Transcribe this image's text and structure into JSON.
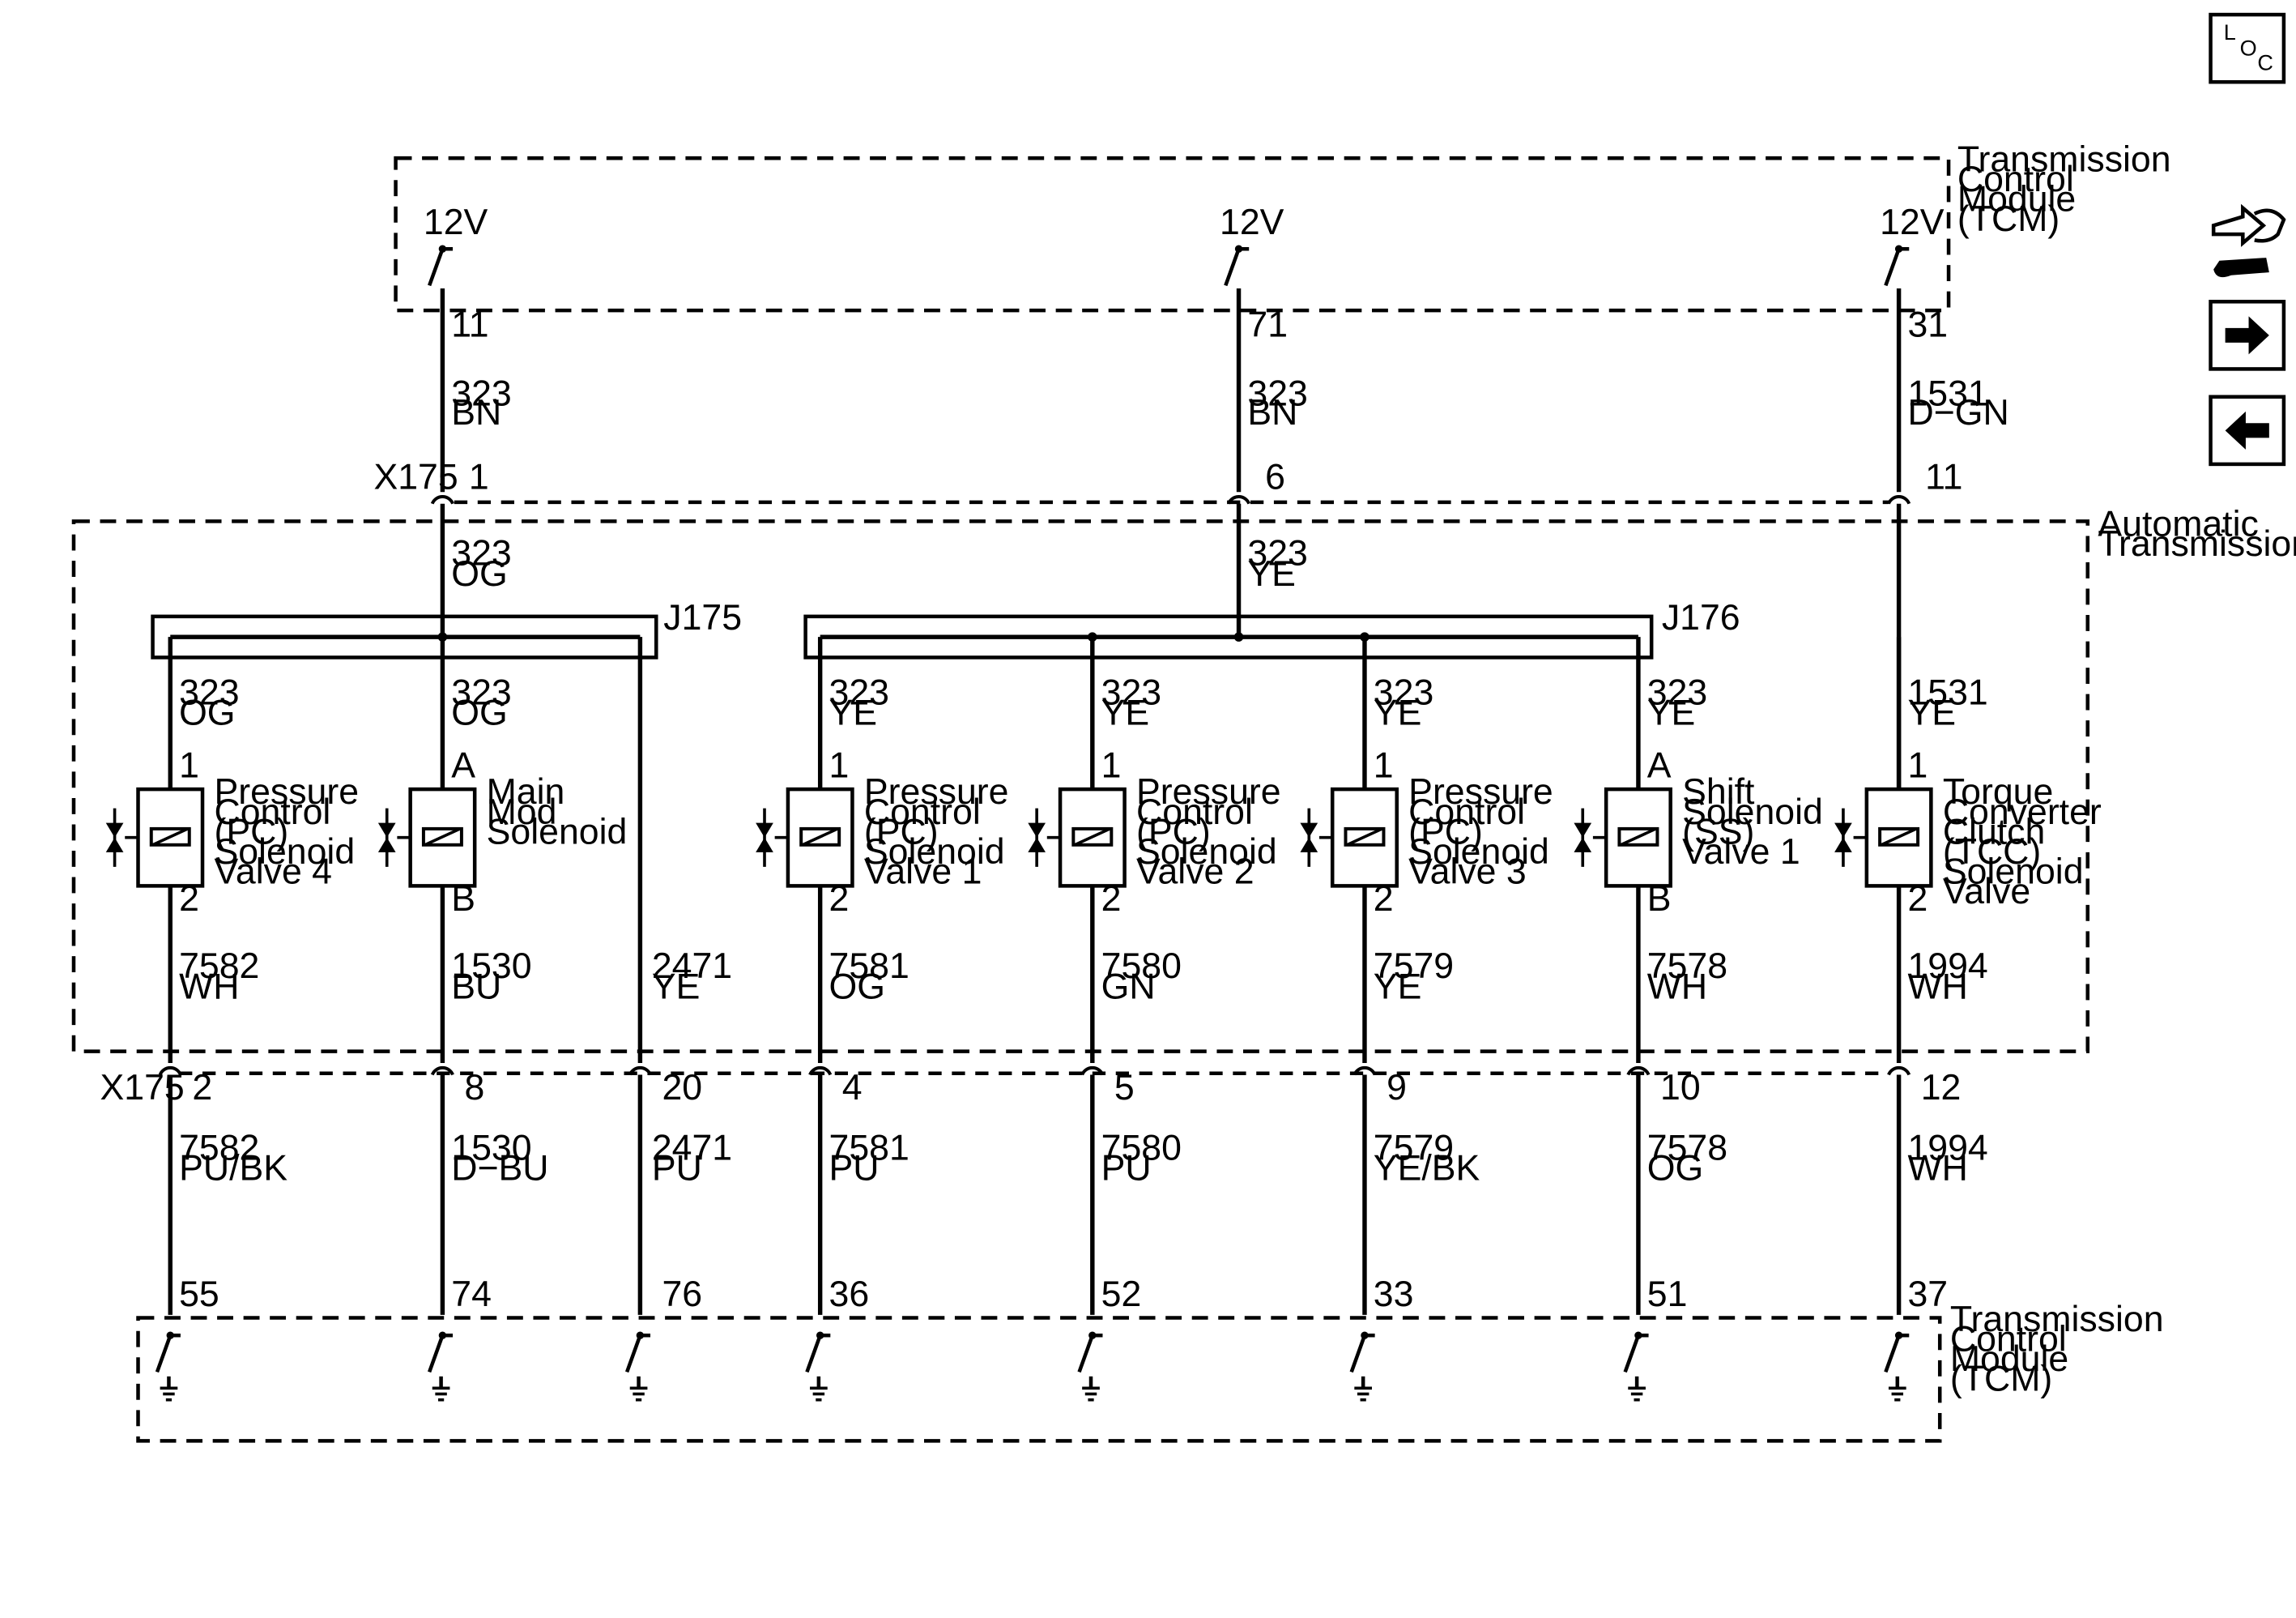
{
  "tcm_top": {
    "label": [
      "Transmission",
      "Control",
      "Module",
      "(TCM)"
    ]
  },
  "tcm_bottom": {
    "label": [
      "Transmission",
      "Control",
      "Module",
      "(TCM)"
    ]
  },
  "automatic_transmission": {
    "label": [
      "Automatic",
      "Transmission"
    ]
  },
  "connector_x175": "X175",
  "splice_j175": "J175",
  "splice_j176": "J176",
  "nav": {
    "loc_label": [
      "L",
      "O",
      "C"
    ]
  },
  "supply_circuits": [
    {
      "voltage": "12V",
      "tcm_pin": "11",
      "upper_wire": [
        "323",
        "BN"
      ],
      "x175_pin": "1",
      "lower_wire": [
        "323",
        "OG"
      ]
    },
    {
      "voltage": "12V",
      "tcm_pin": "71",
      "upper_wire": [
        "323",
        "BN"
      ],
      "x175_pin": "6",
      "lower_wire": [
        "323",
        "YE"
      ]
    },
    {
      "voltage": "12V",
      "tcm_pin": "31",
      "upper_wire": [
        "1531",
        "D−GN"
      ],
      "x175_pin": "11",
      "lower_wire": []
    }
  ],
  "solenoids": [
    {
      "name": [
        "Pressure",
        "Control",
        "(PC)",
        "Solenoid",
        "Valve 4"
      ],
      "feed_wire": [
        "323",
        "OG"
      ],
      "pin_top": "1",
      "pin_bottom": "2",
      "return_wire": [
        "7582",
        "WH"
      ],
      "x175_pin": "2",
      "harness_wire": [
        "7582",
        "PU/BK"
      ],
      "tcm_pin": "55"
    },
    {
      "name": [
        "Main",
        "Mod",
        "Solenoid"
      ],
      "feed_wire": [
        "323",
        "OG"
      ],
      "pin_top": "A",
      "pin_bottom": "B",
      "return_wire": [
        "1530",
        "BU"
      ],
      "x175_pin": "8",
      "harness_wire": [
        "1530",
        "D−BU"
      ],
      "tcm_pin": "74"
    },
    {
      "name": [
        "Pressure",
        "Control",
        "(PC)",
        "Solenoid",
        "Valve 1"
      ],
      "feed_wire": [
        "323",
        "YE"
      ],
      "pin_top": "1",
      "pin_bottom": "2",
      "return_wire": [
        "7581",
        "OG"
      ],
      "x175_pin": "4",
      "harness_wire": [
        "7581",
        "PU"
      ],
      "tcm_pin": "36"
    },
    {
      "name": [
        "Pressure",
        "Control",
        "(PC)",
        "Solenoid",
        "Valve 2"
      ],
      "feed_wire": [
        "323",
        "YE"
      ],
      "pin_top": "1",
      "pin_bottom": "2",
      "return_wire": [
        "7580",
        "GN"
      ],
      "x175_pin": "5",
      "harness_wire": [
        "7580",
        "PU"
      ],
      "tcm_pin": "52"
    },
    {
      "name": [
        "Pressure",
        "Control",
        "(PC)",
        "Solenoid",
        "Valve 3"
      ],
      "feed_wire": [
        "323",
        "YE"
      ],
      "pin_top": "1",
      "pin_bottom": "2",
      "return_wire": [
        "7579",
        "YE"
      ],
      "x175_pin": "9",
      "harness_wire": [
        "7579",
        "YE/BK"
      ],
      "tcm_pin": "33"
    },
    {
      "name": [
        "Shift",
        "Solenoid",
        "(SS)",
        "Valve 1"
      ],
      "feed_wire": [
        "323",
        "YE"
      ],
      "pin_top": "A",
      "pin_bottom": "B",
      "return_wire": [
        "7578",
        "WH"
      ],
      "x175_pin": "10",
      "harness_wire": [
        "7578",
        "OG"
      ],
      "tcm_pin": "51"
    },
    {
      "name": [
        "Torque",
        "Converter",
        "Clutch",
        "(TCC)",
        "Solenoid",
        "Valve"
      ],
      "feed_wire": [
        "1531",
        "YE"
      ],
      "pin_top": "1",
      "pin_bottom": "2",
      "return_wire": [
        "1994",
        "WH"
      ],
      "x175_pin": "12",
      "harness_wire": [
        "1994",
        "WH"
      ],
      "tcm_pin": "37"
    }
  ],
  "j175_direct_circuit": {
    "return_wire": [
      "2471",
      "YE"
    ],
    "x175_pin": "20",
    "harness_wire": [
      "2471",
      "PU"
    ],
    "tcm_pin": "76"
  }
}
